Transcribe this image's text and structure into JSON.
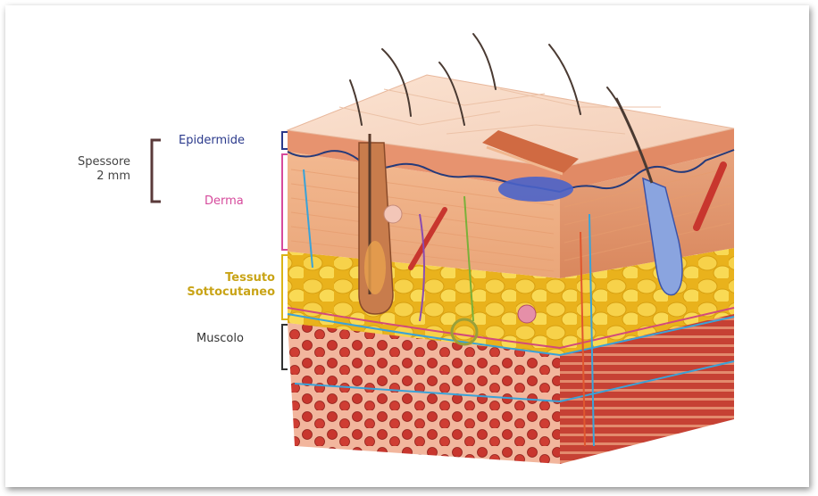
{
  "labels": {
    "epidermide": "Epidermide",
    "derma": "Derma",
    "tessuto_line1": "Tessuto",
    "tessuto_line2": "Sottocutaneo",
    "muscolo": "Muscolo",
    "spessore_line1": "Spessore",
    "spessore_line2": "2 mm"
  },
  "colors": {
    "epidermide": "#2b3a8c",
    "derma": "#d64a9c",
    "tessuto": "#c9a417",
    "muscolo": "#333333",
    "spessore_bracket": "#5a3a3a"
  }
}
